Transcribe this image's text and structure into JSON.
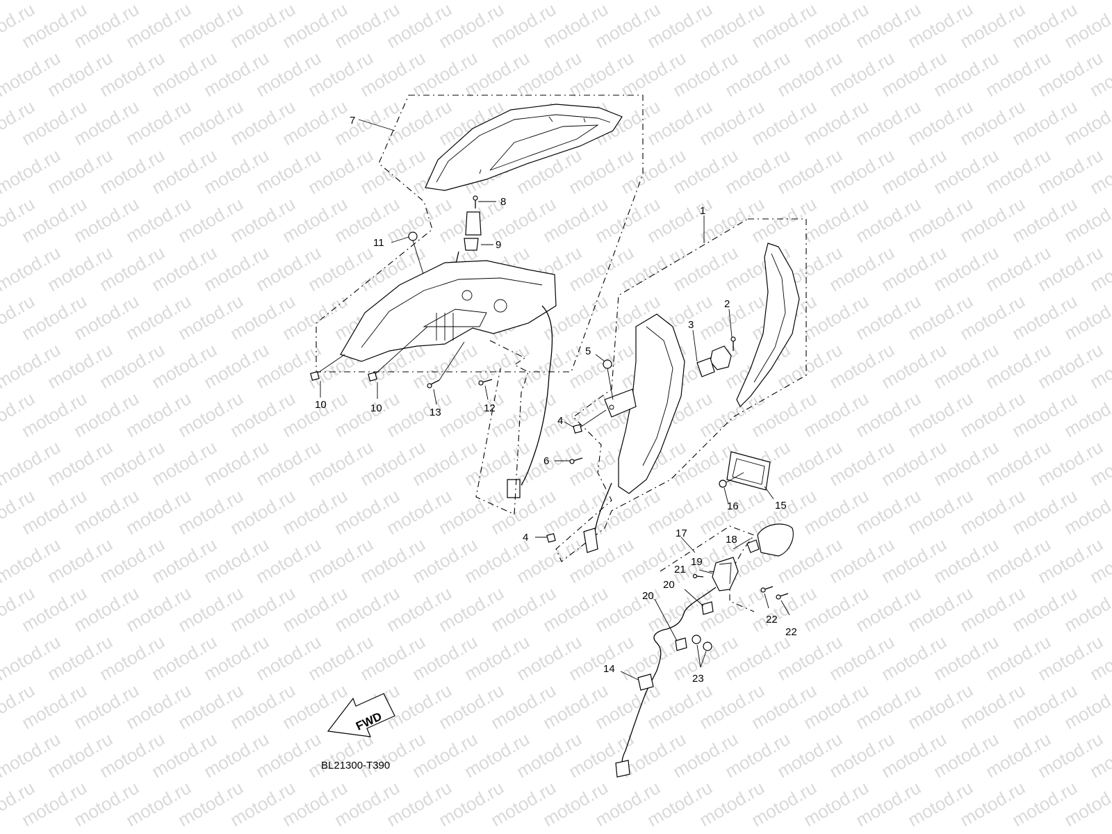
{
  "diagram": {
    "watermark_text": "motod.ru",
    "drawing_code": "BL21300-T390",
    "forward_arrow_label": "FWD",
    "callouts": [
      {
        "id": "c7",
        "label": "7"
      },
      {
        "id": "c8",
        "label": "8"
      },
      {
        "id": "c11",
        "label": "11"
      },
      {
        "id": "c9",
        "label": "9"
      },
      {
        "id": "c1",
        "label": "1"
      },
      {
        "id": "c2",
        "label": "2"
      },
      {
        "id": "c3",
        "label": "3"
      },
      {
        "id": "c5",
        "label": "5"
      },
      {
        "id": "c10a",
        "label": "10"
      },
      {
        "id": "c10b",
        "label": "10"
      },
      {
        "id": "c13",
        "label": "13"
      },
      {
        "id": "c12",
        "label": "12"
      },
      {
        "id": "c4a",
        "label": "4"
      },
      {
        "id": "c6",
        "label": "6"
      },
      {
        "id": "c16",
        "label": "16"
      },
      {
        "id": "c15",
        "label": "15"
      },
      {
        "id": "c4b",
        "label": "4"
      },
      {
        "id": "c17",
        "label": "17"
      },
      {
        "id": "c18",
        "label": "18"
      },
      {
        "id": "c19",
        "label": "19"
      },
      {
        "id": "c21",
        "label": "21"
      },
      {
        "id": "c20a",
        "label": "20"
      },
      {
        "id": "c20b",
        "label": "20"
      },
      {
        "id": "c22a",
        "label": "22"
      },
      {
        "id": "c22b",
        "label": "22"
      },
      {
        "id": "c23",
        "label": "23"
      },
      {
        "id": "c14",
        "label": "14"
      }
    ]
  }
}
